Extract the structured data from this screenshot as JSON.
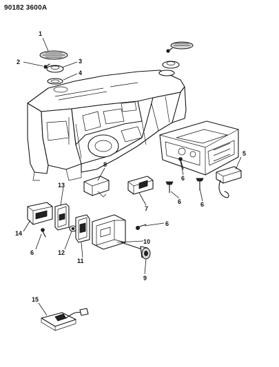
{
  "doc_id": "90182 3600A",
  "callouts": {
    "c1": "1",
    "c2": "2",
    "c3": "3",
    "c4": "4",
    "c5": "5",
    "c6a": "6",
    "c6b": "6",
    "c6c": "6",
    "c6d": "6",
    "c6e": "6",
    "c7": "7",
    "c8": "8",
    "c9": "9",
    "c10": "10",
    "c11": "11",
    "c12": "12",
    "c13": "13",
    "c14": "14",
    "c15": "15"
  }
}
